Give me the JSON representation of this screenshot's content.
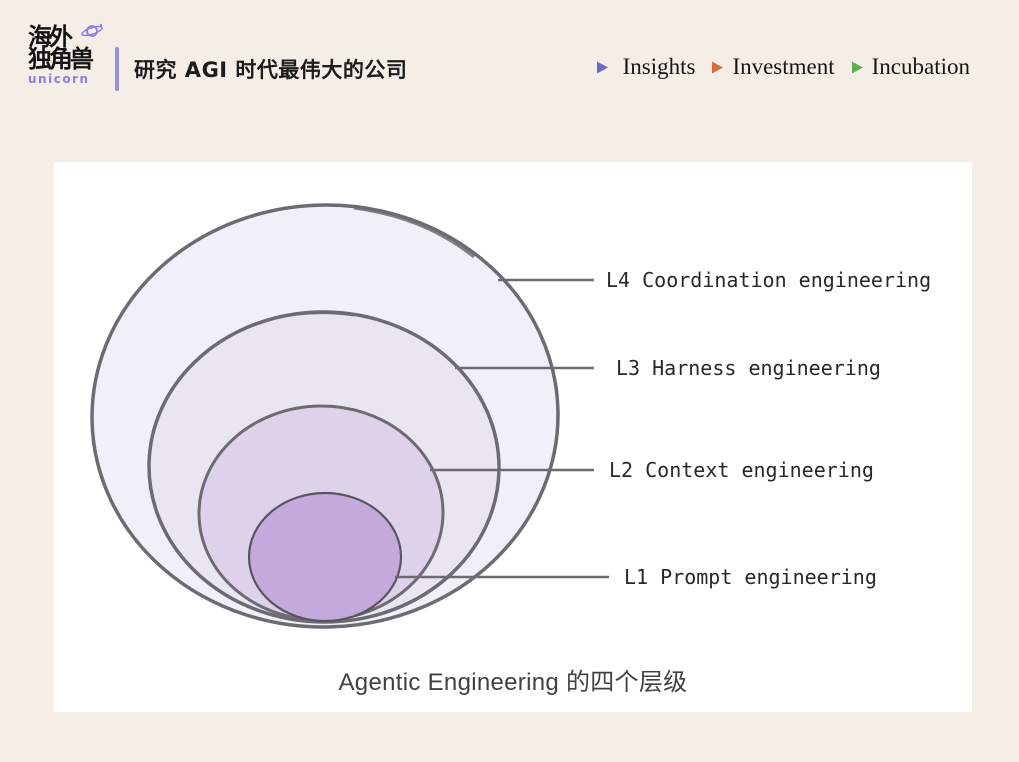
{
  "header": {
    "logo": {
      "line1": "海外",
      "line2": "独角兽",
      "caption": "unicorn",
      "accent_color": "#8a7fe0"
    },
    "title": "研究 AGI 时代最伟大的公司",
    "nav": [
      {
        "label": "Insights",
        "triangle_color": "#6f66cc"
      },
      {
        "label": "Investment",
        "triangle_color": "#d4703a"
      },
      {
        "label": "Incubation",
        "triangle_color": "#5fae53"
      }
    ]
  },
  "diagram": {
    "levels": [
      {
        "label": "L4 Coordination engineering",
        "fill": "#f1eff7"
      },
      {
        "label": "L3 Harness engineering",
        "fill": "#e9e5f1"
      },
      {
        "label": "L2 Context engineering",
        "fill": "#ded2ea"
      },
      {
        "label": "L1 Prompt engineering",
        "fill": "#c4aadc"
      }
    ],
    "outline_color": "#6d6b72",
    "caption": "Agentic Engineering 的四个层级"
  },
  "colors": {
    "page_background": "#f5eee7",
    "card_background": "#ffffff"
  }
}
